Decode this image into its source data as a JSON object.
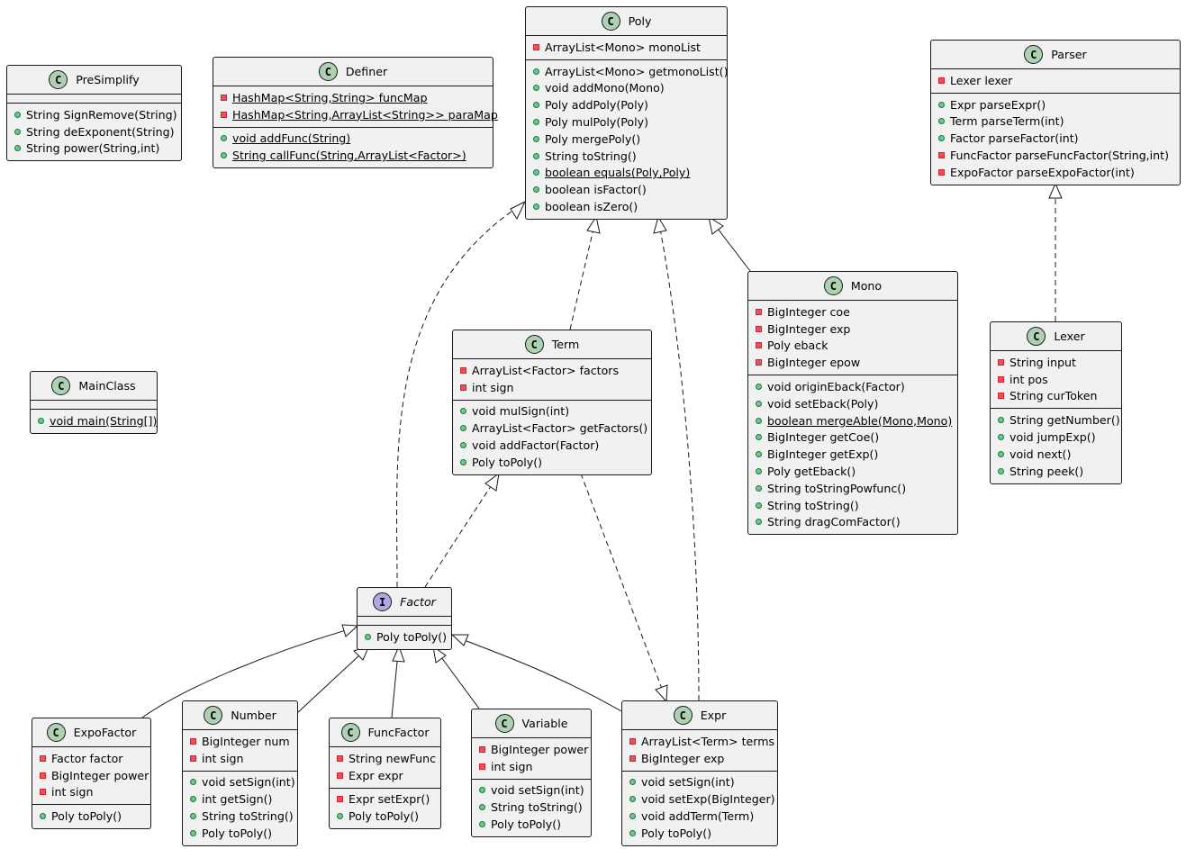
{
  "classes": [
    {
      "id": "presimplify",
      "name": "PreSimplify",
      "kind": "C",
      "fields": [],
      "methods": [
        {
          "vis": "pub",
          "text": "String SignRemove(String)"
        },
        {
          "vis": "pub",
          "text": "String deExponent(String)"
        },
        {
          "vis": "pub",
          "text": "String power(String,int)"
        }
      ]
    },
    {
      "id": "definer",
      "name": "Definer",
      "kind": "C",
      "fields": [
        {
          "vis": "priv",
          "text": "HashMap<String,String> funcMap",
          "static": true
        },
        {
          "vis": "priv",
          "text": "HashMap<String,ArrayList<String>> paraMap",
          "static": true
        }
      ],
      "methods": [
        {
          "vis": "pub",
          "text": "void addFunc(String)",
          "static": true
        },
        {
          "vis": "pub",
          "text": "String callFunc(String,ArrayList<Factor>)",
          "static": true
        }
      ]
    },
    {
      "id": "poly",
      "name": "Poly",
      "kind": "C",
      "fields": [
        {
          "vis": "priv",
          "text": "ArrayList<Mono> monoList"
        }
      ],
      "methods": [
        {
          "vis": "pub",
          "text": "ArrayList<Mono> getmonoList()"
        },
        {
          "vis": "pub",
          "text": "void addMono(Mono)"
        },
        {
          "vis": "pub",
          "text": "Poly addPoly(Poly)"
        },
        {
          "vis": "pub",
          "text": "Poly mulPoly(Poly)"
        },
        {
          "vis": "pub",
          "text": "Poly mergePoly()"
        },
        {
          "vis": "pub",
          "text": "String toString()"
        },
        {
          "vis": "pub",
          "text": "boolean equals(Poly,Poly)",
          "static": true
        },
        {
          "vis": "pub",
          "text": "boolean isFactor()"
        },
        {
          "vis": "pub",
          "text": "boolean isZero()"
        }
      ]
    },
    {
      "id": "parser",
      "name": "Parser",
      "kind": "C",
      "fields": [
        {
          "vis": "priv",
          "text": "Lexer lexer"
        }
      ],
      "methods": [
        {
          "vis": "pub",
          "text": "Expr parseExpr()"
        },
        {
          "vis": "pub",
          "text": "Term parseTerm(int)"
        },
        {
          "vis": "pub",
          "text": "Factor parseFactor(int)"
        },
        {
          "vis": "priv",
          "text": "FuncFactor parseFuncFactor(String,int)"
        },
        {
          "vis": "priv",
          "text": "ExpoFactor parseExpoFactor(int)"
        }
      ]
    },
    {
      "id": "mono",
      "name": "Mono",
      "kind": "C",
      "fields": [
        {
          "vis": "priv",
          "text": "BigInteger coe"
        },
        {
          "vis": "priv",
          "text": "BigInteger exp"
        },
        {
          "vis": "priv",
          "text": "Poly eback"
        },
        {
          "vis": "priv",
          "text": "BigInteger epow"
        }
      ],
      "methods": [
        {
          "vis": "pub",
          "text": "void originEback(Factor)"
        },
        {
          "vis": "pub",
          "text": "void setEback(Poly)"
        },
        {
          "vis": "pub",
          "text": "boolean mergeAble(Mono,Mono)",
          "static": true
        },
        {
          "vis": "pub",
          "text": "BigInteger getCoe()"
        },
        {
          "vis": "pub",
          "text": "BigInteger getExp()"
        },
        {
          "vis": "pub",
          "text": "Poly getEback()"
        },
        {
          "vis": "pub",
          "text": "String toStringPowfunc()"
        },
        {
          "vis": "pub",
          "text": "String toString()"
        },
        {
          "vis": "pub",
          "text": "String dragComFactor()"
        }
      ]
    },
    {
      "id": "term",
      "name": "Term",
      "kind": "C",
      "fields": [
        {
          "vis": "priv",
          "text": "ArrayList<Factor> factors"
        },
        {
          "vis": "priv",
          "text": "int sign"
        }
      ],
      "methods": [
        {
          "vis": "pub",
          "text": "void mulSign(int)"
        },
        {
          "vis": "pub",
          "text": "ArrayList<Factor> getFactors()"
        },
        {
          "vis": "pub",
          "text": "void addFactor(Factor)"
        },
        {
          "vis": "pub",
          "text": "Poly toPoly()"
        }
      ]
    },
    {
      "id": "lexer",
      "name": "Lexer",
      "kind": "C",
      "fields": [
        {
          "vis": "priv",
          "text": "String input"
        },
        {
          "vis": "priv",
          "text": "int pos"
        },
        {
          "vis": "priv",
          "text": "String curToken"
        }
      ],
      "methods": [
        {
          "vis": "pub",
          "text": "String getNumber()"
        },
        {
          "vis": "pub",
          "text": "void jumpExp()"
        },
        {
          "vis": "pub",
          "text": "void next()"
        },
        {
          "vis": "pub",
          "text": "String peek()"
        }
      ]
    },
    {
      "id": "mainclass",
      "name": "MainClass",
      "kind": "C",
      "fields": [],
      "methods": [
        {
          "vis": "pub",
          "text": "void main(String[])",
          "static": true
        }
      ]
    },
    {
      "id": "factor",
      "name": "Factor",
      "kind": "I",
      "fields": [],
      "methods": [
        {
          "vis": "pub",
          "text": "Poly toPoly()"
        }
      ]
    },
    {
      "id": "expofactor",
      "name": "ExpoFactor",
      "kind": "C",
      "fields": [
        {
          "vis": "priv",
          "text": "Factor factor"
        },
        {
          "vis": "priv",
          "text": "BigInteger power"
        },
        {
          "vis": "priv",
          "text": "int sign"
        }
      ],
      "methods": [
        {
          "vis": "pub",
          "text": "Poly toPoly()"
        }
      ]
    },
    {
      "id": "number",
      "name": "Number",
      "kind": "C",
      "fields": [
        {
          "vis": "priv",
          "text": "BigInteger num"
        },
        {
          "vis": "priv",
          "text": "int sign"
        }
      ],
      "methods": [
        {
          "vis": "pub",
          "text": "void setSign(int)"
        },
        {
          "vis": "pub",
          "text": "int getSign()"
        },
        {
          "vis": "pub",
          "text": "String toString()"
        },
        {
          "vis": "pub",
          "text": "Poly toPoly()"
        }
      ]
    },
    {
      "id": "funcfactor",
      "name": "FuncFactor",
      "kind": "C",
      "fields": [
        {
          "vis": "priv",
          "text": "String newFunc"
        },
        {
          "vis": "priv",
          "text": "Expr expr"
        }
      ],
      "methods": [
        {
          "vis": "priv",
          "text": "Expr setExpr()"
        },
        {
          "vis": "pub",
          "text": "Poly toPoly()"
        }
      ]
    },
    {
      "id": "variable",
      "name": "Variable",
      "kind": "C",
      "fields": [
        {
          "vis": "priv",
          "text": "BigInteger power"
        },
        {
          "vis": "priv",
          "text": "int sign"
        }
      ],
      "methods": [
        {
          "vis": "pub",
          "text": "void setSign(int)"
        },
        {
          "vis": "pub",
          "text": "String toString()"
        },
        {
          "vis": "pub",
          "text": "Poly toPoly()"
        }
      ]
    },
    {
      "id": "expr",
      "name": "Expr",
      "kind": "C",
      "fields": [
        {
          "vis": "priv",
          "text": "ArrayList<Term> terms"
        },
        {
          "vis": "priv",
          "text": "BigInteger exp"
        }
      ],
      "methods": [
        {
          "vis": "pub",
          "text": "void setSign(int)"
        },
        {
          "vis": "pub",
          "text": "void setExp(BigInteger)"
        },
        {
          "vis": "pub",
          "text": "void addTerm(Term)"
        },
        {
          "vis": "pub",
          "text": "Poly toPoly()"
        }
      ]
    }
  ],
  "relationships": [
    {
      "from": "Factor",
      "to": "Poly",
      "type": "realization"
    },
    {
      "from": "Term",
      "to": "Poly",
      "type": "realization"
    },
    {
      "from": "Expr",
      "to": "Poly",
      "type": "realization"
    },
    {
      "from": "Mono",
      "to": "Poly",
      "type": "inheritance"
    },
    {
      "from": "Lexer",
      "to": "Parser",
      "type": "realization"
    },
    {
      "from": "Factor",
      "to": "Term",
      "type": "realization"
    },
    {
      "from": "Term",
      "to": "Expr",
      "type": "realization"
    },
    {
      "from": "ExpoFactor",
      "to": "Factor",
      "type": "inheritance"
    },
    {
      "from": "Number",
      "to": "Factor",
      "type": "inheritance"
    },
    {
      "from": "FuncFactor",
      "to": "Factor",
      "type": "inheritance"
    },
    {
      "from": "Variable",
      "to": "Factor",
      "type": "inheritance"
    },
    {
      "from": "Expr",
      "to": "Factor",
      "type": "inheritance"
    }
  ],
  "colors": {
    "class_badge": "#add1b2",
    "interface_badge": "#b4a7e5",
    "public_dot": "#84be84",
    "private_square": "#f24d5c",
    "box_fill": "#f1f1f1",
    "border": "#181818"
  }
}
